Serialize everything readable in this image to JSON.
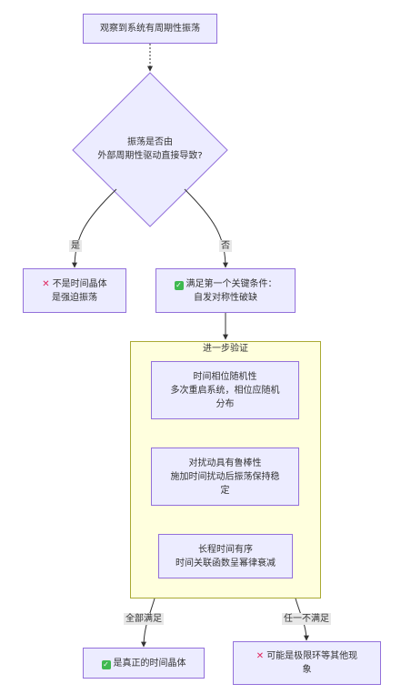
{
  "nodes": {
    "observe": "观察到系统有周期性振荡",
    "decision": "振荡是否由\n外部周期性驱动直接导致?",
    "forced_line1": "不是时间晶体",
    "forced_line2": "是强迫振荡",
    "first_cond_line1": "满足第一个关键条件：",
    "first_cond_line2": "自发对称性破缺",
    "phase_random": "时间相位随机性\n多次重启系统，相位应随机\n分布",
    "robust": "对扰动具有鲁棒性\n施加时间扰动后振荡保持稳\n定",
    "long_order": "长程时间有序\n时间关联函数呈幂律衰减",
    "true_crystal": "是真正的时间晶体",
    "other": "可能是极限环等其他现\n象"
  },
  "cluster": {
    "title": "进一步验证"
  },
  "edge_labels": {
    "yes": "是",
    "no": "否",
    "all_met": "全部满足",
    "any_unmet": "任一不满足"
  },
  "icons": {
    "cross": "cross-mark-icon",
    "check": "check-mark-icon"
  },
  "colors": {
    "node_fill": "#ECECFF",
    "node_stroke": "#9370DB",
    "cluster_fill": "#ffffde",
    "cluster_stroke": "#aaaa33",
    "edge": "#333333"
  }
}
